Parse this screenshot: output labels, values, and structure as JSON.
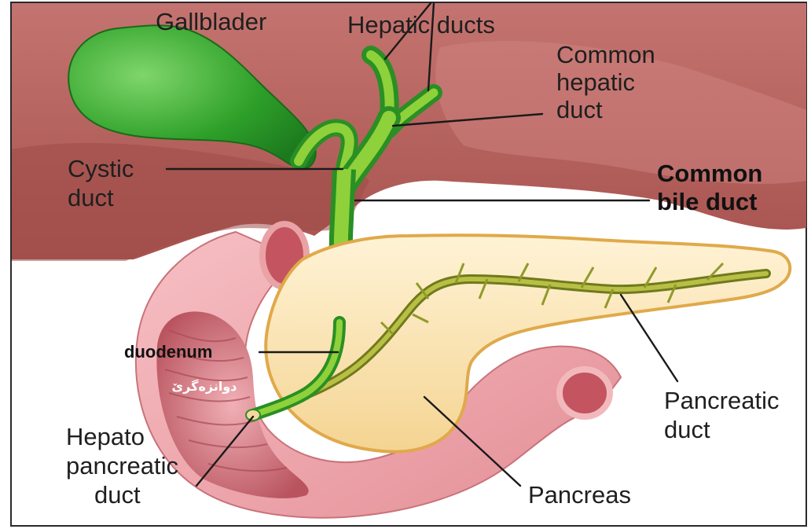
{
  "labels": {
    "gallbladder": "Gallblader",
    "hepatic_ducts": "Hepatic ducts",
    "common_hepatic_duct": [
      "Common",
      "hepatic",
      "duct"
    ],
    "cystic_duct": [
      "Cystic",
      "duct"
    ],
    "common_bile_duct": [
      "Common",
      "bile duct"
    ],
    "duodenum": "duodenum",
    "duodenum_kurdish": "دوانزەگرێ",
    "pancreatic_duct": [
      "Pancreatic",
      "duct"
    ],
    "hepatopancreatic_duct": [
      "Hepato",
      "pancreatic",
      "duct"
    ],
    "pancreas": "Pancreas"
  },
  "colors": {
    "liver": "#b9605a",
    "liver_dark": "#9c4a46",
    "gallbladder": "#2faa2a",
    "duct": "#8ed13a",
    "duodenum": "#e9a2a6",
    "duodenum_inner": "#c86b74",
    "pancreas": "#f3c96e",
    "pancreas_light": "#fbeecb",
    "pancreatic_duct": "#a7ad3c"
  }
}
